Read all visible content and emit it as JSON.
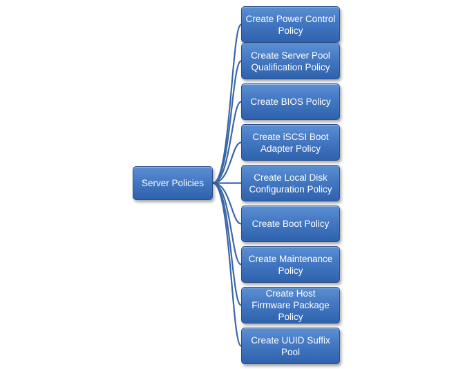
{
  "diagram": {
    "root": {
      "label": "Server Policies"
    },
    "children": [
      {
        "label": "Create Power Control\nPolicy"
      },
      {
        "label": "Create Server Pool\nQualification Policy"
      },
      {
        "label": "Create BIOS Policy"
      },
      {
        "label": "Create iSCSI Boot\nAdapter Policy"
      },
      {
        "label": "Create Local Disk\nConfiguration Policy"
      },
      {
        "label": "Create Boot Policy"
      },
      {
        "label": "Create Maintenance\nPolicy"
      },
      {
        "label": "Create Host\nFirmware Package\nPolicy"
      },
      {
        "label": "Create UUID Suffix\nPool"
      }
    ],
    "colors": {
      "node_fill": "#4478c2",
      "node_border": "#2b4f86",
      "connector": "#3a67a8",
      "text": "#ffffff"
    }
  }
}
